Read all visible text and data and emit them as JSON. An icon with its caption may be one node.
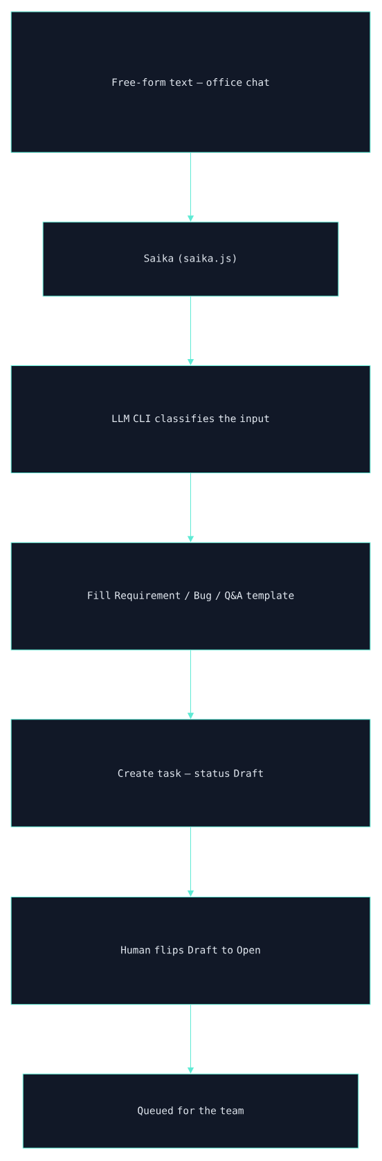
{
  "diagram": {
    "nodes": [
      {
        "text": [
          "Free-form text — office chat"
        ]
      },
      {
        "text": [
          "Saika (saika.js)"
        ]
      },
      {
        "text": [
          "LLM CLI classifies the input"
        ]
      },
      {
        "text": [
          "Fill Requirement / Bug / Q&A template"
        ]
      },
      {
        "text": [
          "Create task — status Draft"
        ]
      },
      {
        "text": [
          "Human flips Draft to Open"
        ]
      },
      {
        "text": [
          "Queued for the team"
        ]
      }
    ],
    "edges": [
      {
        "from": 0,
        "to": 1,
        "arrow": "to"
      },
      {
        "from": 1,
        "to": 2,
        "arrow": "to"
      },
      {
        "from": 2,
        "to": 3,
        "arrow": "to"
      },
      {
        "from": 3,
        "to": 4,
        "arrow": "to"
      },
      {
        "from": 4,
        "to": 5,
        "arrow": "to"
      },
      {
        "from": 5,
        "to": 6,
        "arrow": "to"
      }
    ]
  }
}
